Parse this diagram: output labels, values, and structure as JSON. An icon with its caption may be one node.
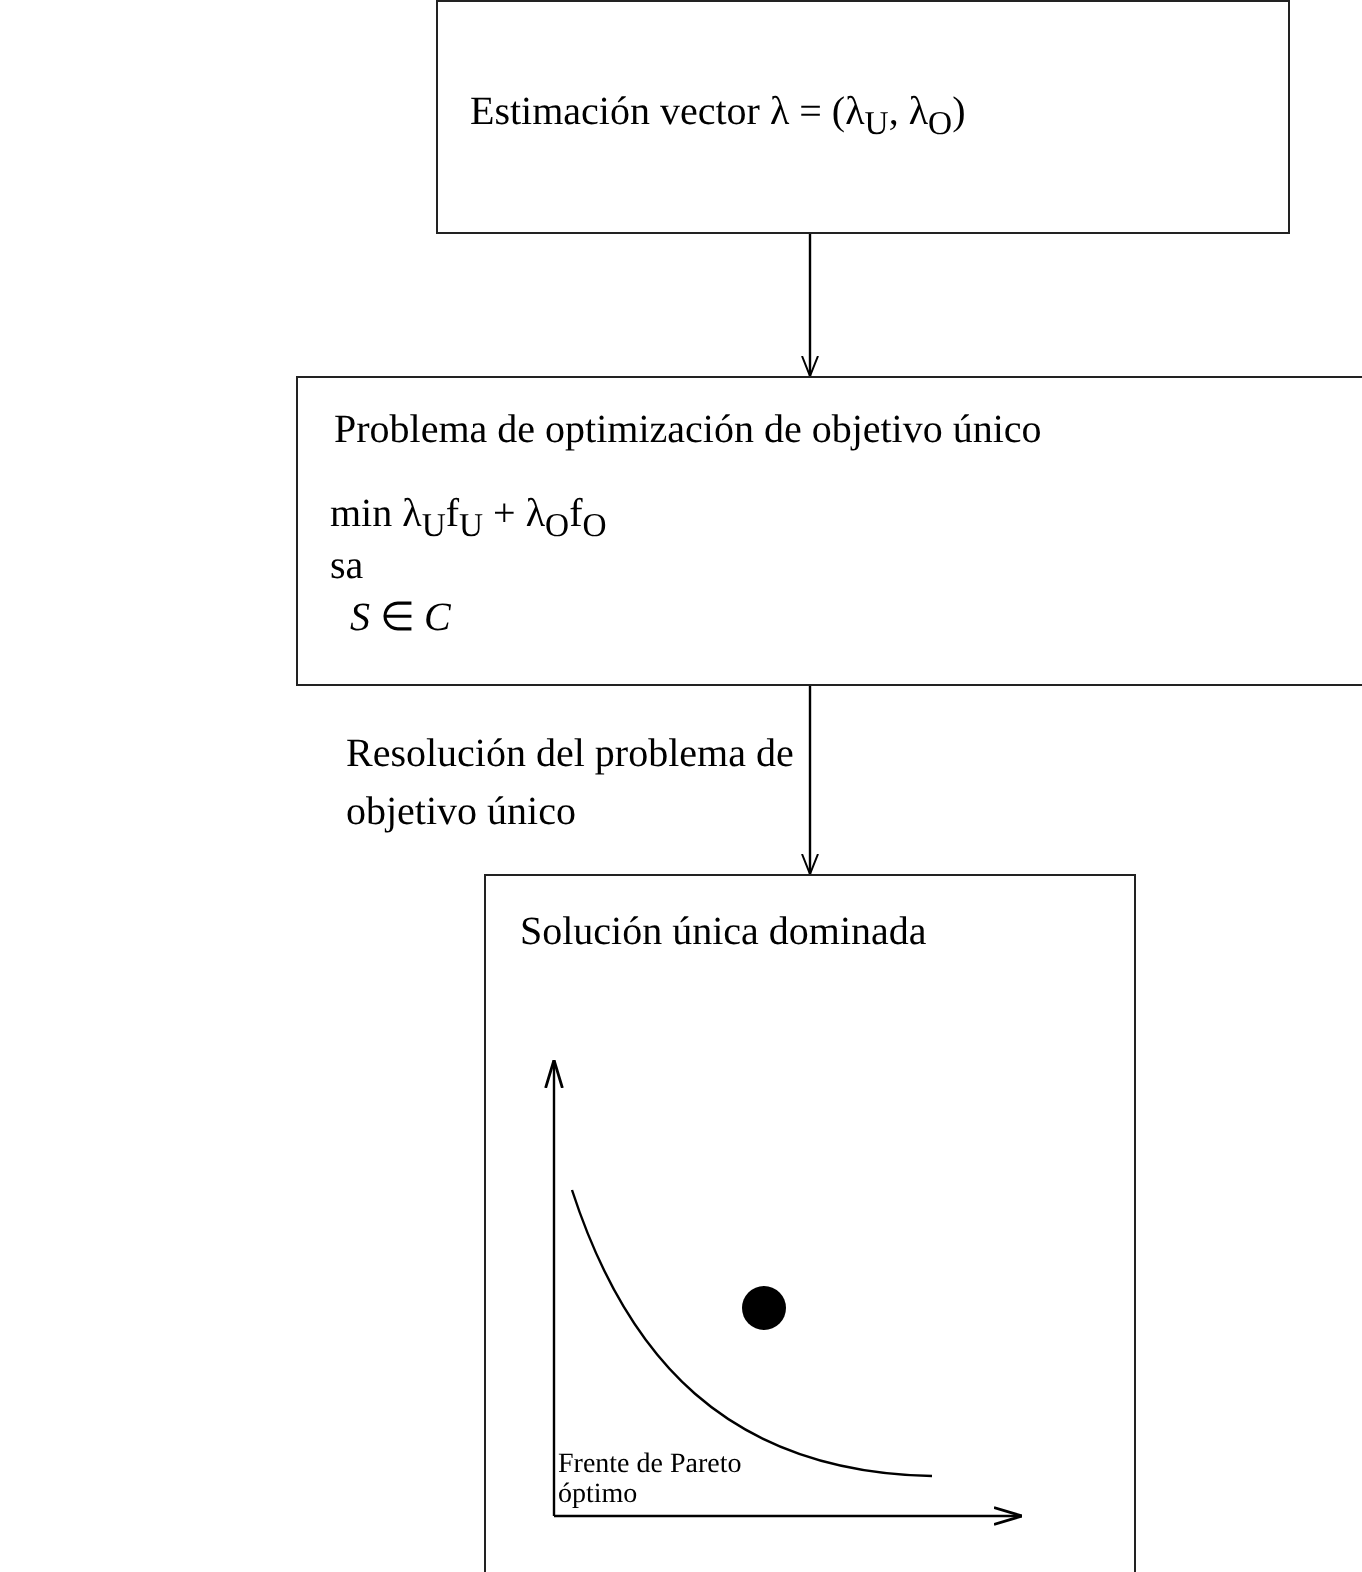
{
  "diagram": {
    "nodes": [
      {
        "text": [
          "Estimación vector λ = (λ$_{U}$, λ$_{O}$)"
        ]
      },
      {
        "text": [
          "Problema de optimización de objetivo único",
          "min λ$_{U}$f$_{U}$ + λ$_{O}$f$_{O}$",
          "sa",
          "*S* ∈ *C*"
        ]
      },
      {
        "text": [
          "Solución única dominada"
        ]
      }
    ],
    "edges": [
      {
        "from": 0,
        "to": 1,
        "arrow": "to"
      },
      {
        "from": 1,
        "to": 2,
        "arrow": "to",
        "label": "Resolución del problema de objetivo único"
      }
    ],
    "labels": [
      "Frente de Pareto óptimo"
    ]
  }
}
